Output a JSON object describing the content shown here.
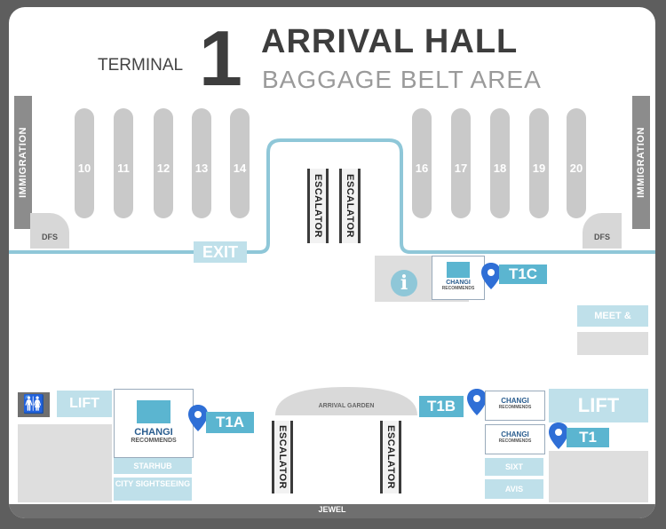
{
  "header": {
    "terminal_label": "TERMINAL",
    "terminal_number": "1",
    "title": "ARRIVAL HALL",
    "subtitle": "BAGGAGE BELT AREA"
  },
  "immigration": {
    "left": "IMMIGRATION",
    "right": "IMMIGRATION"
  },
  "belts_left": [
    "10",
    "11",
    "12",
    "13",
    "14"
  ],
  "belts_right": [
    "16",
    "17",
    "18",
    "19",
    "20"
  ],
  "dfs": {
    "left": "DFS",
    "right": "DFS"
  },
  "exit_label": "EXIT",
  "escalator_label": "ESCALATOR",
  "arrival_garden": "ARRIVAL GARDEN",
  "info_icon": "information-icon",
  "restroom_icon": "restroom-icon",
  "lift": {
    "left": "LIFT",
    "right": "LIFT"
  },
  "meet_greet": "MEET & GREET",
  "pins": {
    "t1a": "T1A",
    "t1b": "T1B",
    "t1c": "T1C",
    "t1": "T1"
  },
  "changi": {
    "brand": "CHANGI",
    "tagline": "RECOMMENDS"
  },
  "services_left": [
    "STARHUB",
    "CITY SIGHTSEEING"
  ],
  "services_right": [
    "SIXT",
    "AVIS"
  ],
  "bottom_label": "JEWEL",
  "colors": {
    "accent": "#5bb5d0",
    "light_accent": "#bfe0ea",
    "belt": "#c9c9c9",
    "dark": "#5e5e5e",
    "pin": "#2f6fd6"
  }
}
